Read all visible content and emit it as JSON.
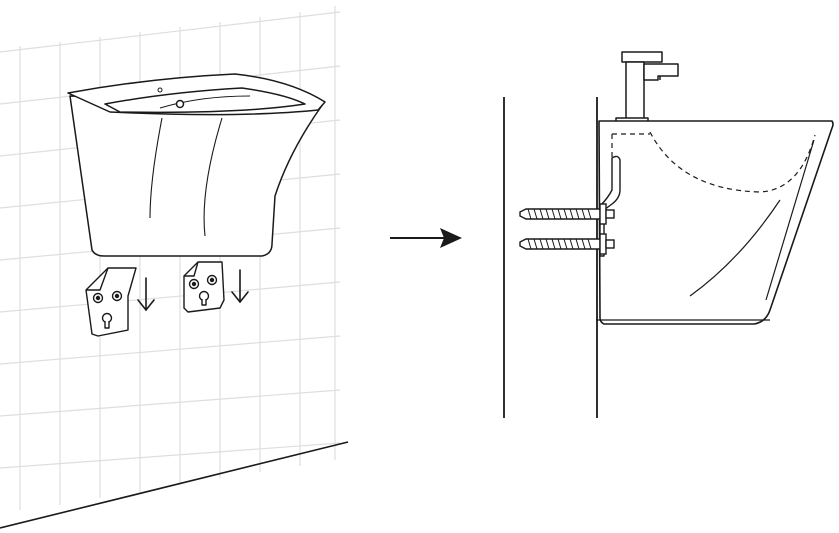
{
  "diagram": {
    "panels": [
      {
        "id": "left",
        "step": "place-basin-onto-wall-brackets"
      },
      {
        "id": "right",
        "step": "basin-fixed-with-bolts-cross-section"
      }
    ],
    "colors": {
      "line": "#1a1a1a",
      "wall_tile": "#d9d9d9",
      "background": "#ffffff"
    },
    "icons": [
      "wall-tiles",
      "basin-front-view",
      "wall-bracket",
      "down-arrow-icon",
      "right-arrow-icon",
      "wall-section",
      "faucet",
      "basin-side-view",
      "hanger-bolt"
    ]
  }
}
